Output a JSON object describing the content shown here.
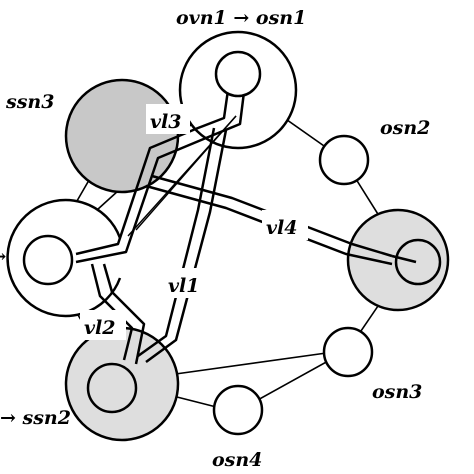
{
  "labels": {
    "ovn1_osn1": "ovn1 → osn1",
    "ssn3": "ssn3",
    "osn2": "osn2",
    "vl3": "vl3",
    "vl4": "vl4",
    "vl1": "vl1",
    "vl2": "vl2",
    "osn3": "osn3",
    "osn4": "osn4",
    "ssn2": "→ ssn2",
    "left_arrow": "→"
  },
  "colors": {
    "stroke": "#000000",
    "shade_dark": "#c8c8c8",
    "shade_light": "#dedede",
    "background": "#ffffff"
  }
}
